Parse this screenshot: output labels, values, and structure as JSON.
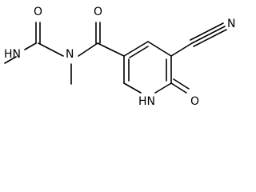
{
  "molecule": {
    "atom_labels": {
      "nitrile_n": "N",
      "carbonyl_o_left": "O",
      "carbonyl_o_amide": "O",
      "amide_nh": "HN",
      "amide_n": "N",
      "ring_nh": "HN",
      "ring_o": "O"
    },
    "colors": {
      "bond": "#000000",
      "label": "#000000",
      "background": "#ffffff"
    }
  }
}
